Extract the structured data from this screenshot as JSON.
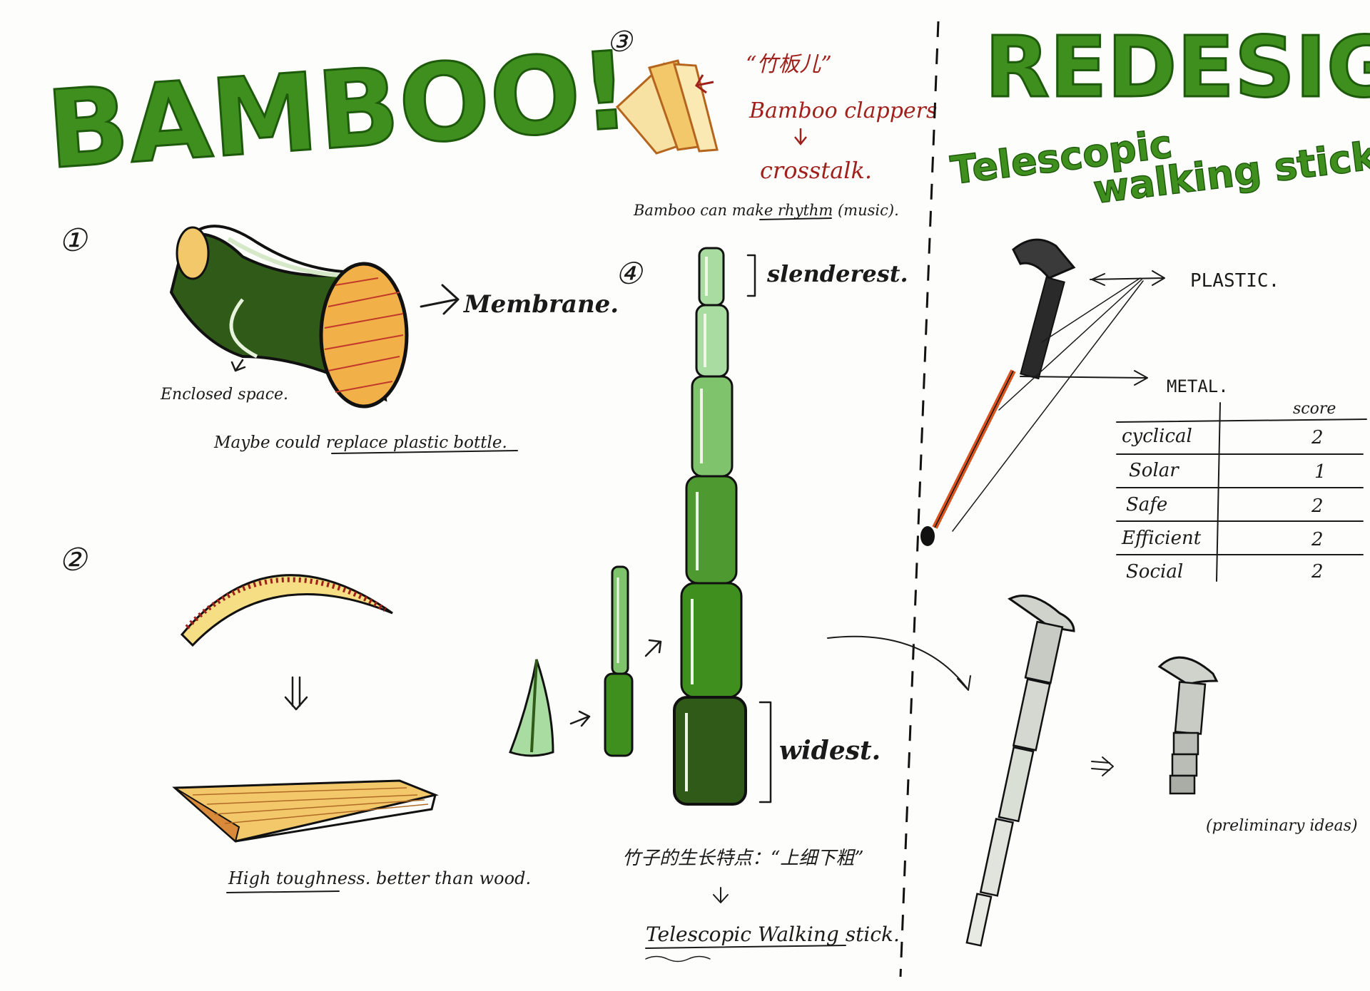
{
  "title": "BAMBOO!",
  "section1": {
    "number": "①",
    "label_membrane": "Membrane.",
    "label_enclosed": "Enclosed space.",
    "note": "Maybe could replace plastic bottle."
  },
  "section2": {
    "number": "②",
    "note": "High toughness. better than wood."
  },
  "section3": {
    "number": "③",
    "chinese": "“竹板儿”",
    "clappers": "Bamboo clappers",
    "crosstalk": "crosstalk.",
    "note": "Bamboo can make rhythm (music)."
  },
  "section4": {
    "number": "④",
    "slenderest": "slenderest.",
    "widest": "widest.",
    "chinese_note": "竹子的生长特点：“上细下粗”",
    "result": "Telescopic Walking stick."
  },
  "redesign": {
    "title": "REDESIGN",
    "subtitle_line1": "Telescopic",
    "subtitle_line2": "walking stick.",
    "label_plastic": "PLASTIC.",
    "label_metal": "METAL.",
    "preliminary": "(preliminary ideas)"
  },
  "score_table": {
    "header": "score",
    "rows": [
      {
        "criterion": "cyclical",
        "score": "2"
      },
      {
        "criterion": "Solar",
        "score": "1"
      },
      {
        "criterion": "Safe",
        "score": "2"
      },
      {
        "criterion": "Efficient",
        "score": "2"
      },
      {
        "criterion": "Social",
        "score": "2"
      }
    ]
  },
  "colors": {
    "bamboo_green": "#3f8f1e",
    "dark_green": "#1e5a0c",
    "light_green": "#a8dca0",
    "wood_yellow": "#f2c86a",
    "wood_orange": "#d9893a",
    "red_ink": "#a0201c"
  }
}
